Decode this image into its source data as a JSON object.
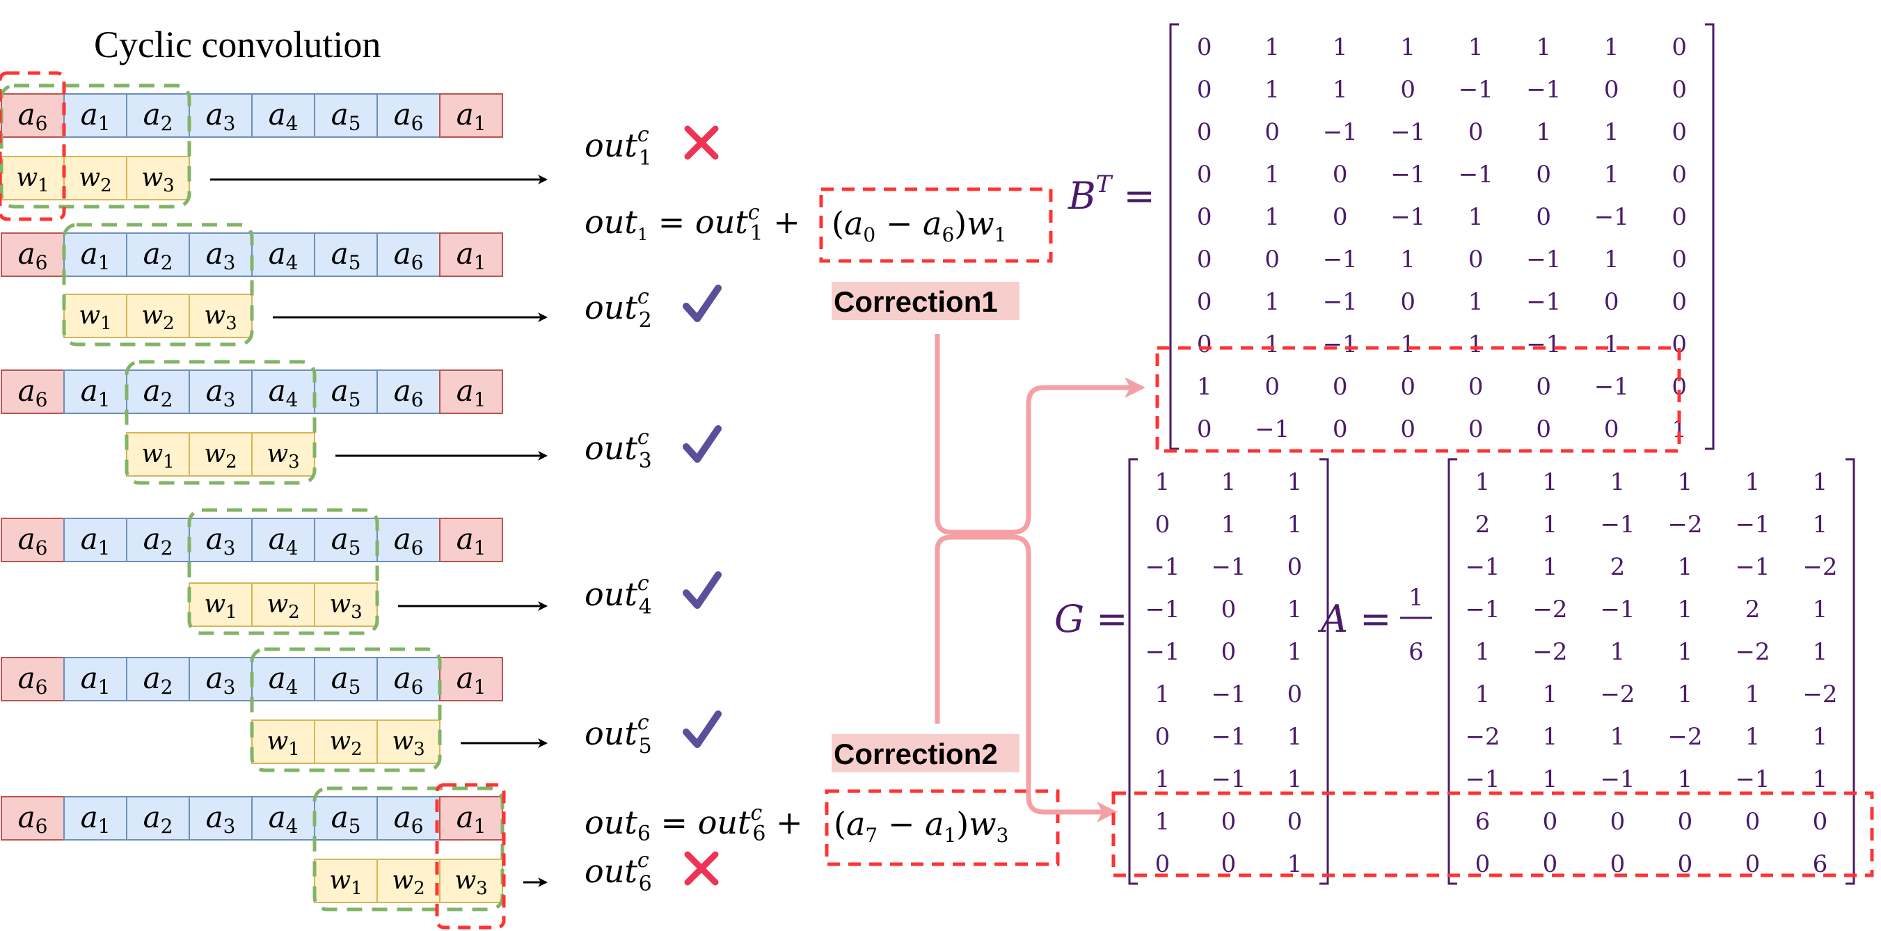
{
  "title": "Cyclic convolution",
  "row_cells": [
    "a6",
    "a1",
    "a2",
    "a3",
    "a4",
    "a5",
    "a6",
    "a1"
  ],
  "kernel_cells": [
    "w1",
    "w2",
    "w3"
  ],
  "outputs": [
    {
      "label": "out",
      "sub": "1",
      "sup": "c",
      "status": "wrong"
    },
    {
      "label": "out",
      "sub": "2",
      "sup": "c",
      "status": "right"
    },
    {
      "label": "out",
      "sub": "3",
      "sup": "c",
      "status": "right"
    },
    {
      "label": "out",
      "sub": "4",
      "sup": "c",
      "status": "right"
    },
    {
      "label": "out",
      "sub": "5",
      "sup": "c",
      "status": "right"
    },
    {
      "label": "out",
      "sub": "6",
      "sup": "c",
      "status": "wrong"
    }
  ],
  "corrections": [
    {
      "lhs": "out",
      "lhs_sub": "1",
      "rhs": "out",
      "rhs_sub": "1",
      "rhs_sup": "c",
      "term": "(a0 − a6)w1",
      "label": "Correction1"
    },
    {
      "lhs": "out",
      "lhs_sub": "6",
      "rhs": "out",
      "rhs_sub": "6",
      "rhs_sup": "c",
      "term": "(a7 − a1)w3",
      "label": "Correction2"
    }
  ],
  "matrices": {
    "BT": {
      "label": "B",
      "sup": "T",
      "rows": [
        [
          "0",
          "1",
          "1",
          "1",
          "1",
          "1",
          "1",
          "0"
        ],
        [
          "0",
          "1",
          "1",
          "0",
          "−1",
          "−1",
          "0",
          "0"
        ],
        [
          "0",
          "0",
          "−1",
          "−1",
          "0",
          "1",
          "1",
          "0"
        ],
        [
          "0",
          "1",
          "0",
          "−1",
          "−1",
          "0",
          "1",
          "0"
        ],
        [
          "0",
          "1",
          "0",
          "−1",
          "1",
          "0",
          "−1",
          "0"
        ],
        [
          "0",
          "0",
          "−1",
          "1",
          "0",
          "−1",
          "1",
          "0"
        ],
        [
          "0",
          "1",
          "−1",
          "0",
          "1",
          "−1",
          "0",
          "0"
        ],
        [
          "0",
          "1",
          "−1",
          "1",
          "1",
          "−1",
          "1",
          "0"
        ],
        [
          "1",
          "0",
          "0",
          "0",
          "0",
          "0",
          "−1",
          "0"
        ],
        [
          "0",
          "−1",
          "0",
          "0",
          "0",
          "0",
          "0",
          "1"
        ]
      ]
    },
    "G": {
      "label": "G",
      "rows": [
        [
          "1",
          "1",
          "1"
        ],
        [
          "0",
          "1",
          "1"
        ],
        [
          "−1",
          "−1",
          "0"
        ],
        [
          "−1",
          "0",
          "1"
        ],
        [
          "−1",
          "0",
          "1"
        ],
        [
          "1",
          "−1",
          "0"
        ],
        [
          "0",
          "−1",
          "1"
        ],
        [
          "1",
          "−1",
          "1"
        ],
        [
          "1",
          "0",
          "0"
        ],
        [
          "0",
          "0",
          "1"
        ]
      ]
    },
    "A": {
      "label": "A",
      "factor_num": "1",
      "factor_den": "6",
      "rows": [
        [
          "1",
          "1",
          "1",
          "1",
          "1",
          "1"
        ],
        [
          "2",
          "1",
          "−1",
          "−2",
          "−1",
          "1"
        ],
        [
          "−1",
          "1",
          "2",
          "1",
          "−1",
          "−2"
        ],
        [
          "−1",
          "−2",
          "−1",
          "1",
          "2",
          "1"
        ],
        [
          "1",
          "−2",
          "1",
          "1",
          "−2",
          "1"
        ],
        [
          "1",
          "1",
          "−2",
          "1",
          "1",
          "−2"
        ],
        [
          "−2",
          "1",
          "1",
          "−2",
          "1",
          "1"
        ],
        [
          "−1",
          "1",
          "−1",
          "1",
          "−1",
          "1"
        ],
        [
          "6",
          "0",
          "0",
          "0",
          "0",
          "0"
        ],
        [
          "0",
          "0",
          "0",
          "0",
          "0",
          "6"
        ]
      ]
    }
  },
  "colors": {
    "cell_blue": "#dae8fc",
    "cell_pink": "#f8cecc",
    "cell_yellow": "#fff2cc",
    "window_green": "#82b366",
    "correction_red": "#ff3333",
    "cross_red": "#ee3355",
    "check_purple": "#5b4e9a",
    "matrix_purple": "#4a1a6b",
    "connector_pink": "#f4a0a4"
  }
}
